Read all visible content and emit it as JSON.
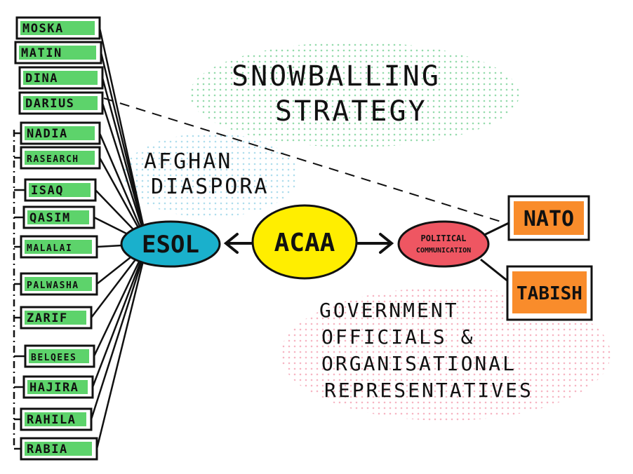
{
  "title": {
    "line1": "SNOWBALLING",
    "line2": "STRATEGY"
  },
  "group_labels": {
    "afghan_line1": "AFGHAN",
    "afghan_line2": "DIASPORA",
    "gov_line1": "GOVERNMENT",
    "gov_line2": "OFFICIALS &",
    "gov_line3": "ORGANISATIONAL",
    "gov_line4": "REPRESENTATIVES"
  },
  "hubs": {
    "esol": {
      "label": "ESOL",
      "color": "#1ab0cc"
    },
    "acaa": {
      "label": "ACAA",
      "color": "#ffee00"
    },
    "political": {
      "line1": "POLITICAL",
      "line2": "COMMUNICATION",
      "color": "#ef5662"
    }
  },
  "participants": [
    "MOSKA",
    "MATIN",
    "DINA",
    "DARIUS",
    "NADIA",
    "RASEARCH",
    "ISAQ",
    "QASIM",
    "MALALAI",
    "PALWASHA",
    "ZARIF",
    "BELQEES",
    "HAJIRA",
    "RAHILA",
    "RABIA"
  ],
  "officials": [
    "NATO",
    "TABISH"
  ],
  "colors": {
    "participant_fill": "#5dd36b",
    "official_fill": "#f98c2b",
    "green_dots": "#3fbf6a",
    "blue_dots": "#6fc3e0",
    "pink_dots": "#f07a93",
    "ink": "#111111"
  }
}
